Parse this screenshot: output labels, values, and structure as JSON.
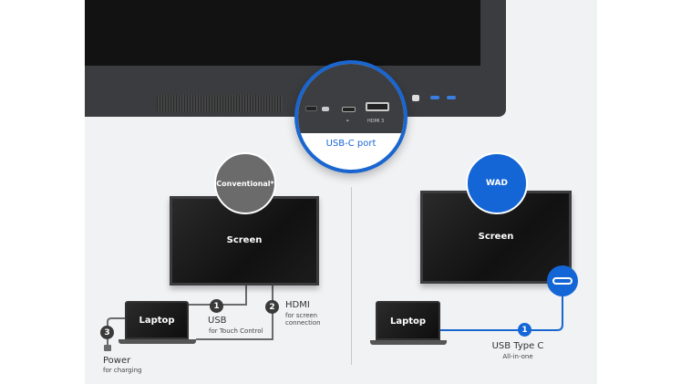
{
  "magnifier": {
    "label": "USB-C port",
    "port_labels": [
      "HDMI 3"
    ]
  },
  "conventional": {
    "badge": "Conventional*",
    "screen": "Screen",
    "laptop": "Laptop",
    "connections": [
      {
        "num": "1",
        "title": "USB",
        "sub": "for Touch Control"
      },
      {
        "num": "2",
        "title": "HDMI",
        "sub1": "for screen",
        "sub2": "connection"
      },
      {
        "num": "3",
        "title": "Power",
        "sub": "for charging"
      }
    ]
  },
  "wad": {
    "badge": "WAD",
    "screen": "Screen",
    "laptop": "Laptop",
    "connection": {
      "num": "1",
      "title": "USB Type C",
      "sub": "All-in-one"
    }
  },
  "colors": {
    "blue": "#1a66d0",
    "gray": "#6b6b6b"
  }
}
